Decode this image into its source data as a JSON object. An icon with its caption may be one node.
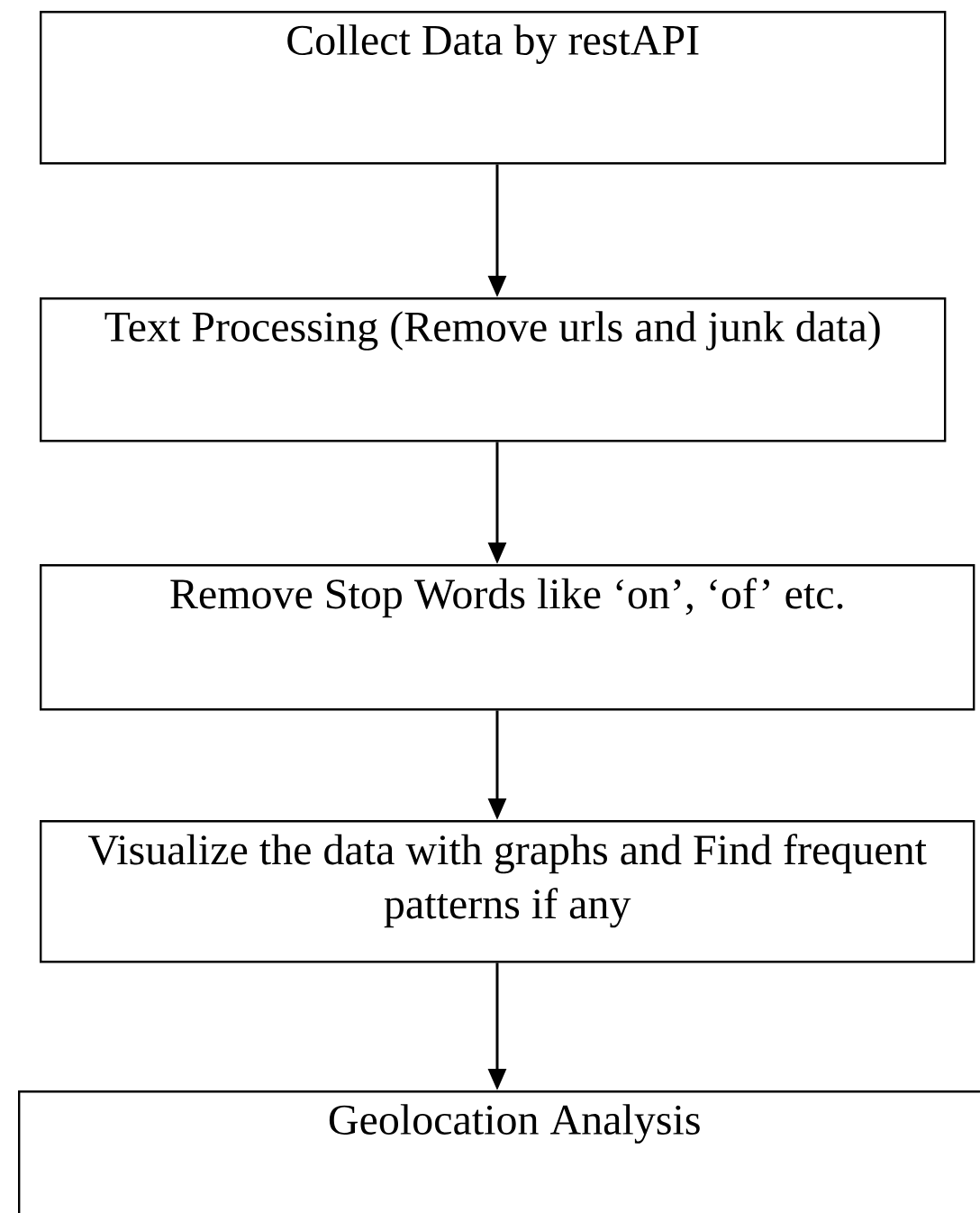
{
  "diagram": {
    "nodes": [
      {
        "text": [
          "Collect Data by restAPI"
        ]
      },
      {
        "text": [
          "Text Processing (Remove urls and junk data)"
        ]
      },
      {
        "text": [
          "Remove Stop Words like ‘on’, ‘of’ etc."
        ]
      },
      {
        "text": [
          "Visualize the data with graphs and Find frequent patterns if any"
        ]
      },
      {
        "text": [
          "Geolocation Analysis"
        ]
      }
    ],
    "edges": [
      {
        "from": 0,
        "to": 1,
        "arrow": "to"
      },
      {
        "from": 1,
        "to": 2,
        "arrow": "to"
      },
      {
        "from": 2,
        "to": 3,
        "arrow": "to"
      },
      {
        "from": 3,
        "to": 4,
        "arrow": "to"
      }
    ]
  }
}
